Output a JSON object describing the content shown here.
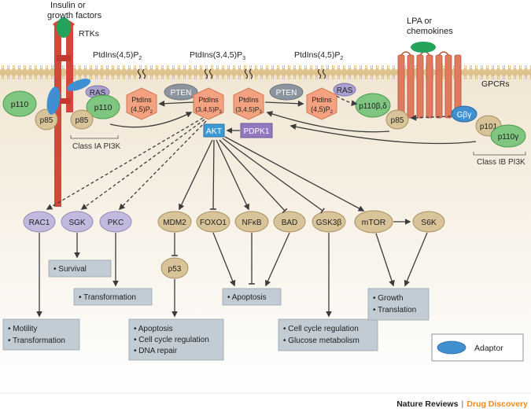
{
  "diagram": {
    "ligand_left": [
      "Insulin or",
      "growth factors"
    ],
    "ligand_right": [
      "LPA or",
      "chemokines"
    ],
    "receptor_left": "RTKs",
    "receptor_right": "GPCRs",
    "lipid_labels": {
      "left": "PtdIns(4,5)P",
      "left_sub": "2",
      "center": "PtdIns(3,4,5)P",
      "center_sub": "3",
      "right": "PtdIns(4,5)P",
      "right_sub": "2"
    },
    "membrane_nodes": {
      "ras_left": "RAS",
      "p110_left_outer": "p110",
      "p85_left_outer": "p85",
      "p110_left_inner": "p110",
      "p85_left_inner": "p85",
      "pip2_left": [
        "PtdIns",
        "(4,5)P"
      ],
      "pten_left": "PTEN",
      "pip3_left": [
        "PtdIns",
        "(3,4,5)P"
      ],
      "pip3_right": [
        "PtdIns",
        "(3,4,5)P"
      ],
      "pten_right": "PTEN",
      "pip2_right": [
        "PtdIns",
        "(4,5)P"
      ],
      "ras_right": "RAS",
      "p110_bd": "p110β,δ",
      "p85_right": "p85",
      "gbg": "Gβγ",
      "p101": "p101",
      "p110g": "p110γ"
    },
    "pip_subs": {
      "pip2": "2",
      "pip3": "3"
    },
    "class_1a": "Class IA PI3K",
    "class_1b": "Class IB PI3K",
    "akt": "AKT",
    "pdpk1": "PDPK1",
    "effectors": {
      "rac1": "RAC1",
      "sgk": "SGK",
      "pkc": "PKC",
      "mdm2": "MDM2",
      "foxo1": "FOXO1",
      "nfkb": "NFκB",
      "bad": "BAD",
      "gsk3b": "GSK3β",
      "mtor": "mTOR",
      "s6k": "S6K",
      "p53": "p53"
    },
    "outcomes": {
      "survival": [
        "• Survival"
      ],
      "transformation": [
        "• Transformation"
      ],
      "motility": [
        "• Motility",
        "• Transformation"
      ],
      "apoptosis_p53": [
        "• Apoptosis",
        "• Cell cycle regulation",
        "• DNA repair"
      ],
      "apoptosis": [
        "• Apoptosis"
      ],
      "cell_cycle": [
        "• Cell cycle regulation",
        "• Glucose metabolism"
      ],
      "growth": [
        "• Growth",
        "• Translation"
      ]
    },
    "legend_adaptor": "Adaptor"
  },
  "footer": {
    "journal": "Nature Reviews",
    "separator": "|",
    "section": "Drug Discovery"
  },
  "colors": {
    "background_gradient_top": "#f1e6d3",
    "membrane_head": "#e2c58e",
    "receptor_red": "#d5473b",
    "ligand_green": "#22a25a",
    "adaptor_blue": "#3f8fd1",
    "subunit_green": "#7fc681",
    "pip_salmon": "#f4a17f",
    "pten_gray": "#8c959f",
    "ras_lavender": "#a9a0d0",
    "akt_blue": "#3e9ad3",
    "pdpk1_purple": "#9478bd",
    "effector_tan": "#d9c49a",
    "effector_lavender": "#c2b9df",
    "outcome_box": "#c1ccd4",
    "drug_discovery_orange": "#f08a1c"
  }
}
